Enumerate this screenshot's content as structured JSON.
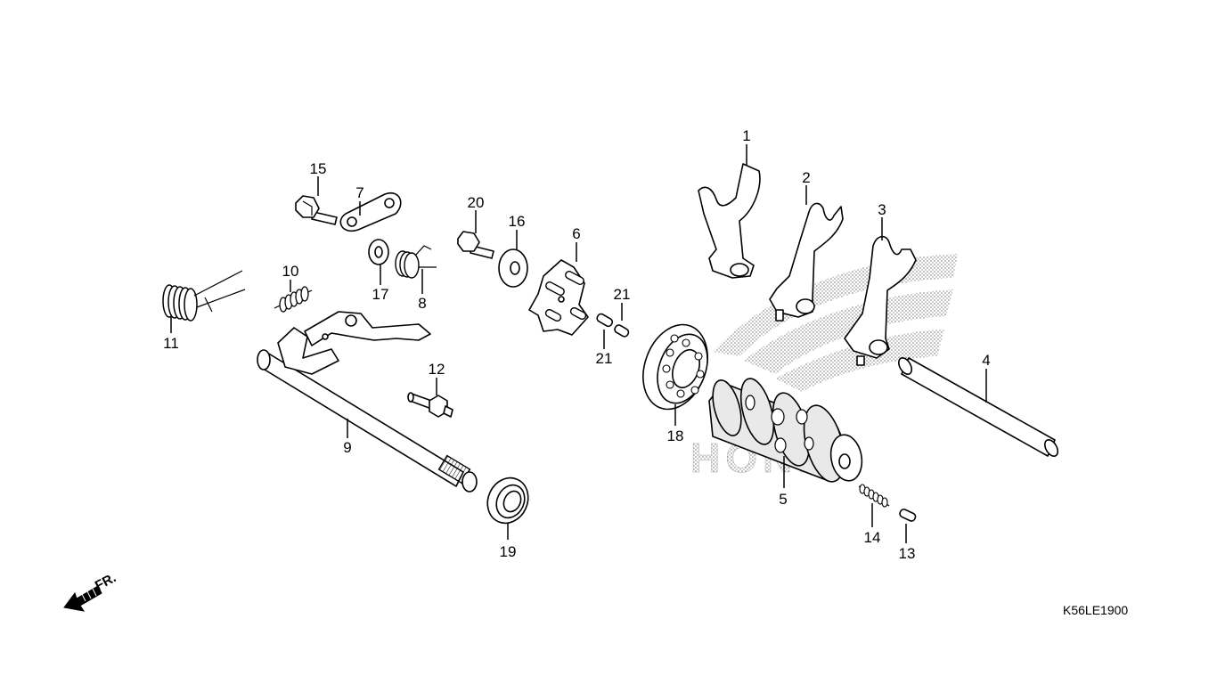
{
  "diagram": {
    "callouts": [
      "1",
      "2",
      "3",
      "4",
      "5",
      "6",
      "7",
      "8",
      "9",
      "10",
      "11",
      "12",
      "13",
      "14",
      "15",
      "16",
      "17",
      "18",
      "19",
      "20",
      "21",
      "21"
    ],
    "code": "K56LE1900",
    "front_label": "FR.",
    "watermark": "HONDA"
  }
}
